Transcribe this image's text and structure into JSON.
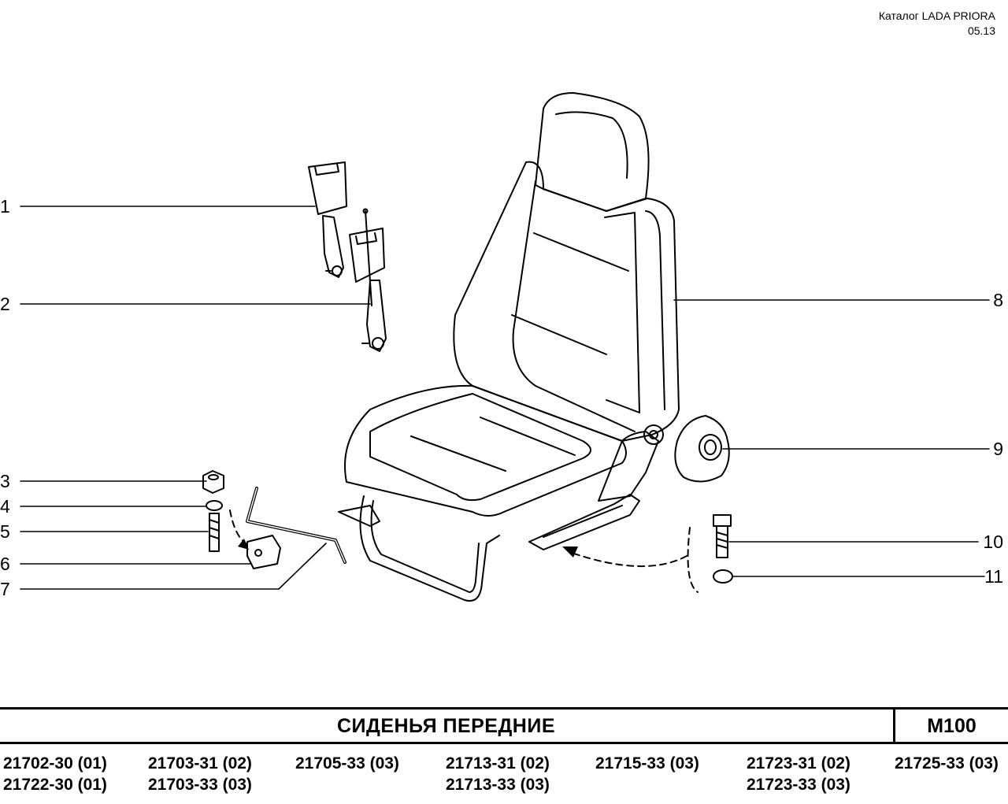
{
  "header": {
    "catalog": "Каталог  LADA  PRIORA",
    "date": "05.13"
  },
  "callouts": [
    "1",
    "2",
    "3",
    "4",
    "5",
    "6",
    "7",
    "8",
    "9",
    "10",
    "11"
  ],
  "footer": {
    "title": "СИДЕНЬЯ   ПЕРЕДНИЕ",
    "code": "M100",
    "models": [
      [
        "21702-30 (01)",
        "21722-30 (01)"
      ],
      [
        "21703-31 (02)",
        "21703-33 (03)"
      ],
      [
        "21705-33 (03)"
      ],
      [
        "21713-31 (02)",
        "21713-33 (03)"
      ],
      [
        "21715-33 (03)"
      ],
      [
        "21723-31 (02)",
        "21723-33 (03)"
      ],
      [
        "21725-33 (03)"
      ]
    ]
  }
}
